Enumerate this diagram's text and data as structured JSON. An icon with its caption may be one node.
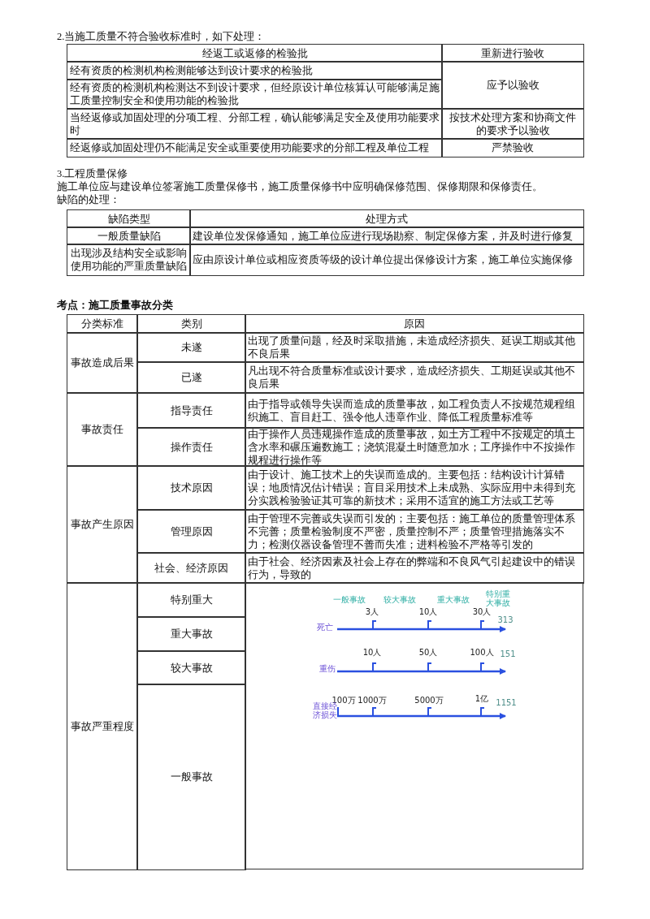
{
  "diagram": {
    "labels": [
      "2.当施工质量不符合验收标准时，如下处理：",
      "经返工或返修的检验批",
      "重新进行验收",
      "经有资质的检测机构检测能够达到设计要求的检验批",
      "应予以验收",
      "经有资质的检测机构检测达不到设计要求，但经原设计单位核算认可能够满足施工质量控制安全和使用功能的检验批",
      "当经返修或加固处理的分项工程、分部工程，确认能够满足安全及使用功能要求时",
      "按技术处理方案和协商文件的要求予以验收",
      "经返修或加固处理仍不能满足安全或重要使用功能要求的分部工程及单位工程",
      "严禁验收",
      "3.工程质量保修",
      "施工单位应与建设单位签署施工质量保修书，施工质量保修书中应明确保修范围、保修期限和保修责任。",
      "缺陷的处理：",
      "缺陷类型",
      "处理方式",
      "一般质量缺陷",
      "建设单位发保修通知，施工单位应进行现场勘察、制定保修方案，并及时进行修复",
      "出现涉及结构安全或影响使用功能的严重质量缺陷",
      "应由原设计单位或相应资质等级的设计单位提出保修设计方案，施工单位实施保修",
      "考点：施工质量事故分类",
      "分类标准",
      "类别",
      "原因",
      "事故造成后果",
      "未遂",
      "出现了质量问题，经及时采取措施，未造成经济损失、延误工期或其他不良后果",
      "已遂",
      "凡出现不符合质量标准或设计要求，造成经济损失、工期延误或其他不良后果",
      "事故责任",
      "指导责任",
      "由于指导或领导失误而造成的质量事故，如工程负责人不按规范规程组织施工、盲目赶工、强令他人违章作业、降低工程质量标准等",
      "操作责任",
      "由于操作人员违规操作造成的质量事故，如土方工程中不按规定的填土含水率和碾压遍数施工；浇筑混凝土时随意加水；工序操作中不按操作规程进行操作等",
      "事故产生原因",
      "技术原因",
      "由于设计、施工技术上的失误而造成的。主要包括：结构设计计算错误；地质情况估计错误；盲目采用技术上未成熟、实际应用中未得到充分实践检验验证其可靠的新技术；采用不适宜的施工方法或工艺等",
      "管理原因",
      "由于管理不完善或失误而引发的；主要包括：施工单位的质量管理体系不完善；质量检验制度不严密，质量控制不严；质量管理措施落实不力；检测仪器设备管理不善而失准；进料检验不严格等引发的",
      "社会、经济原因",
      "由于社会、经济因素及社会上存在的弊端和不良风气引起建设中的错误行为，导致的",
      "事故严重程度",
      "特别重大",
      "重大事故",
      "较大事故",
      "一般事故",
      "一般事故",
      "较大事故",
      "重大事故",
      "特别重大事故",
      "3人",
      "10人",
      "30人",
      "313",
      "死亡",
      "10人",
      "50人",
      "100人",
      "151",
      "重伤",
      "100万",
      "1000万",
      "5000万",
      "1亿",
      "1151",
      "直接经济损失"
    ]
  }
}
